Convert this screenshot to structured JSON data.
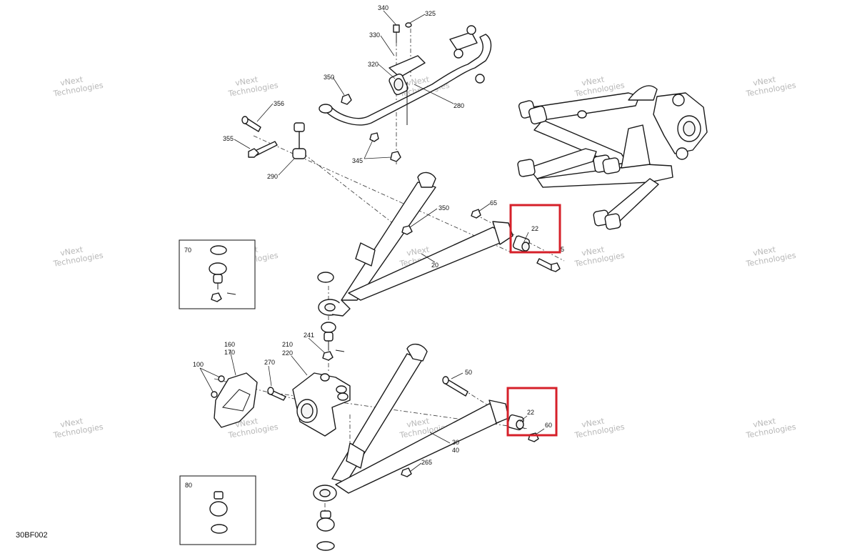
{
  "callouts": [
    "340",
    "325",
    "330",
    "320",
    "350",
    "280",
    "356",
    "355",
    "345",
    "290",
    "65",
    "350",
    "22",
    "5",
    "70",
    "20",
    "241",
    "160",
    "170",
    "210",
    "220",
    "100",
    "270",
    "50",
    "22",
    "60",
    "30",
    "40",
    "265",
    "80"
  ],
  "watermark": {
    "line1": "vNext",
    "line2": "Technologies"
  },
  "figure_code": "30BF002",
  "highlight_color": "#d6202a"
}
